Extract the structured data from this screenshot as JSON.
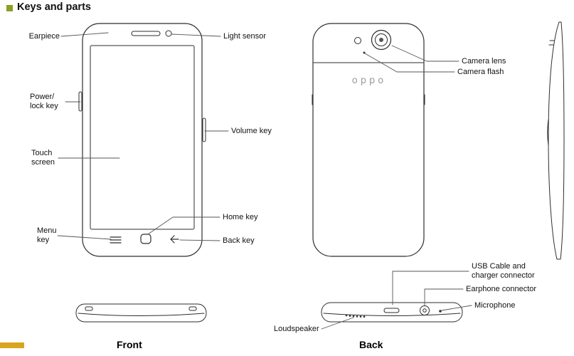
{
  "page": {
    "heading": "Keys and parts",
    "accent_green": "#8e9e22",
    "accent_gold": "#d8a51d",
    "line_color": "#2e2e2e"
  },
  "labels": {
    "earpiece": "Earpiece",
    "light_sensor": "Light sensor",
    "power_lock": "Power/\nlock key",
    "volume_key": "Volume key",
    "touch_screen": "Touch\nscreen",
    "home_key": "Home key",
    "menu_key": "Menu\nkey",
    "back_key": "Back key",
    "camera_lens": "Camera lens",
    "camera_flash": "Camera flash",
    "usb_connector": "USB Cable and\ncharger connector",
    "earphone_connector": "Earphone connector",
    "microphone": "Microphone",
    "loudspeaker": "Loudspeaker",
    "front_caption": "Front",
    "back_caption": "Back",
    "oppo_logo": "oppo"
  }
}
